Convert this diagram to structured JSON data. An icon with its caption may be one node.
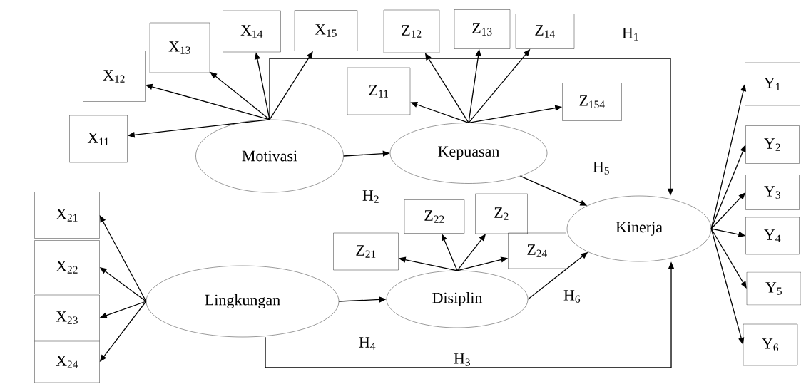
{
  "diagram": {
    "nodes": [
      {
        "text": [
          "X$_{11}$"
        ]
      },
      {
        "text": [
          "X$_{12}$"
        ]
      },
      {
        "text": [
          "X$_{13}$"
        ]
      },
      {
        "text": [
          "X$_{14}$"
        ]
      },
      {
        "text": [
          "X$_{15}$"
        ]
      },
      {
        "text": [
          "Motivasi"
        ]
      },
      {
        "text": [
          "Z$_{11}$"
        ]
      },
      {
        "text": [
          "Z$_{12}$"
        ]
      },
      {
        "text": [
          "Z$_{13}$"
        ]
      },
      {
        "text": [
          "Z$_{14}$"
        ]
      },
      {
        "text": [
          "Z$_{154}$"
        ]
      },
      {
        "text": [
          "Kepuasan"
        ]
      },
      {
        "text": [
          "X$_{21}$"
        ]
      },
      {
        "text": [
          "X$_{22}$"
        ]
      },
      {
        "text": [
          "X$_{23}$"
        ]
      },
      {
        "text": [
          "X$_{24}$"
        ]
      },
      {
        "text": [
          "Lingkungan"
        ]
      },
      {
        "text": [
          "Z$_{21}$"
        ]
      },
      {
        "text": [
          "Z$_{22}$"
        ]
      },
      {
        "text": [
          "Z$_{2}$"
        ]
      },
      {
        "text": [
          "Z$_{24}$"
        ]
      },
      {
        "text": [
          "Disiplin"
        ]
      },
      {
        "text": [
          "Kinerja"
        ]
      },
      {
        "text": [
          "Y$_{1}$"
        ]
      },
      {
        "text": [
          "Y$_{2}$"
        ]
      },
      {
        "text": [
          "Y$_{3}$"
        ]
      },
      {
        "text": [
          "Y$_{4}$"
        ]
      },
      {
        "text": [
          "Y$_{5}$"
        ]
      },
      {
        "text": [
          "Y$_{6}$"
        ]
      }
    ],
    "edges": [
      {
        "from": 5,
        "to": 0,
        "arrow": "to"
      },
      {
        "from": 5,
        "to": 1,
        "arrow": "to"
      },
      {
        "from": 5,
        "to": 2,
        "arrow": "to"
      },
      {
        "from": 5,
        "to": 3,
        "arrow": "to"
      },
      {
        "from": 5,
        "to": 4,
        "arrow": "to"
      },
      {
        "from": 11,
        "to": 6,
        "arrow": "to"
      },
      {
        "from": 11,
        "to": 7,
        "arrow": "to"
      },
      {
        "from": 11,
        "to": 8,
        "arrow": "to"
      },
      {
        "from": 11,
        "to": 9,
        "arrow": "to"
      },
      {
        "from": 11,
        "to": 10,
        "arrow": "to"
      },
      {
        "from": 16,
        "to": 12,
        "arrow": "to"
      },
      {
        "from": 16,
        "to": 13,
        "arrow": "to"
      },
      {
        "from": 16,
        "to": 14,
        "arrow": "to"
      },
      {
        "from": 16,
        "to": 15,
        "arrow": "to"
      },
      {
        "from": 21,
        "to": 17,
        "arrow": "to"
      },
      {
        "from": 21,
        "to": 18,
        "arrow": "to"
      },
      {
        "from": 21,
        "to": 19,
        "arrow": "to"
      },
      {
        "from": 21,
        "to": 20,
        "arrow": "to"
      },
      {
        "from": 22,
        "to": 23,
        "arrow": "to"
      },
      {
        "from": 22,
        "to": 24,
        "arrow": "to"
      },
      {
        "from": 22,
        "to": 25,
        "arrow": "to"
      },
      {
        "from": 22,
        "to": 26,
        "arrow": "to"
      },
      {
        "from": 22,
        "to": 27,
        "arrow": "to"
      },
      {
        "from": 22,
        "to": 28,
        "arrow": "to"
      },
      {
        "from": 5,
        "to": 11,
        "arrow": "to",
        "label": "H$_{2}$"
      },
      {
        "from": 5,
        "to": 22,
        "arrow": "to",
        "label": "H$_{1}$"
      },
      {
        "from": 11,
        "to": 22,
        "arrow": "to",
        "label": "H$_{5}$"
      },
      {
        "from": 16,
        "to": 21,
        "arrow": "to",
        "label": "H$_{4}$"
      },
      {
        "from": 16,
        "to": 22,
        "arrow": "to",
        "label": "H$_{3}$"
      },
      {
        "from": 21,
        "to": 22,
        "arrow": "to",
        "label": "H$_{6}$"
      }
    ]
  }
}
